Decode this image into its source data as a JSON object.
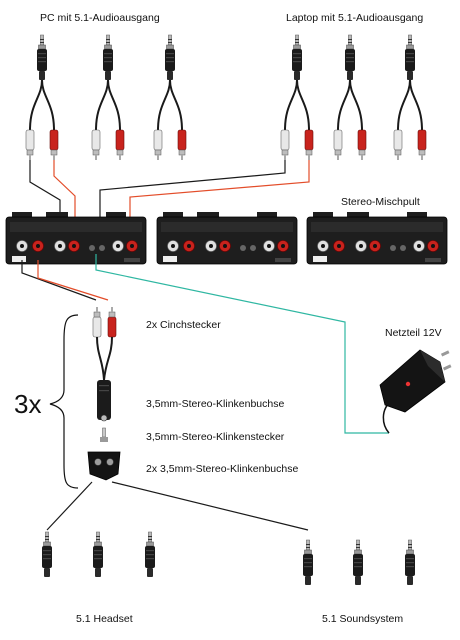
{
  "labels": {
    "pc_source": "PC mit 5.1-Audioausgang",
    "laptop_source": "Laptop mit 5.1-Audioausgang",
    "mixer": "Stereo-Mischpult",
    "power_supply": "Netzteil 12V",
    "multiplier": "3x",
    "cinch_plug": "2x Cinchstecker",
    "jack_socket": "3,5mm-Stereo-Klinkenbuchse",
    "jack_plug": "3,5mm-Stereo-Klinkenstecker",
    "splitter": "2x 3,5mm-Stereo-Klinkenbuchse",
    "headset": "5.1 Headset",
    "soundsystem": "5.1 Soundsystem"
  },
  "colors": {
    "cable_black": "#1a1a1a",
    "cable_red": "#e34d2a",
    "cable_teal": "#2fb7a2",
    "mixer_body": "#1e1e1e",
    "rca_red": "#c8231d",
    "rca_white": "#e8e8e8"
  }
}
